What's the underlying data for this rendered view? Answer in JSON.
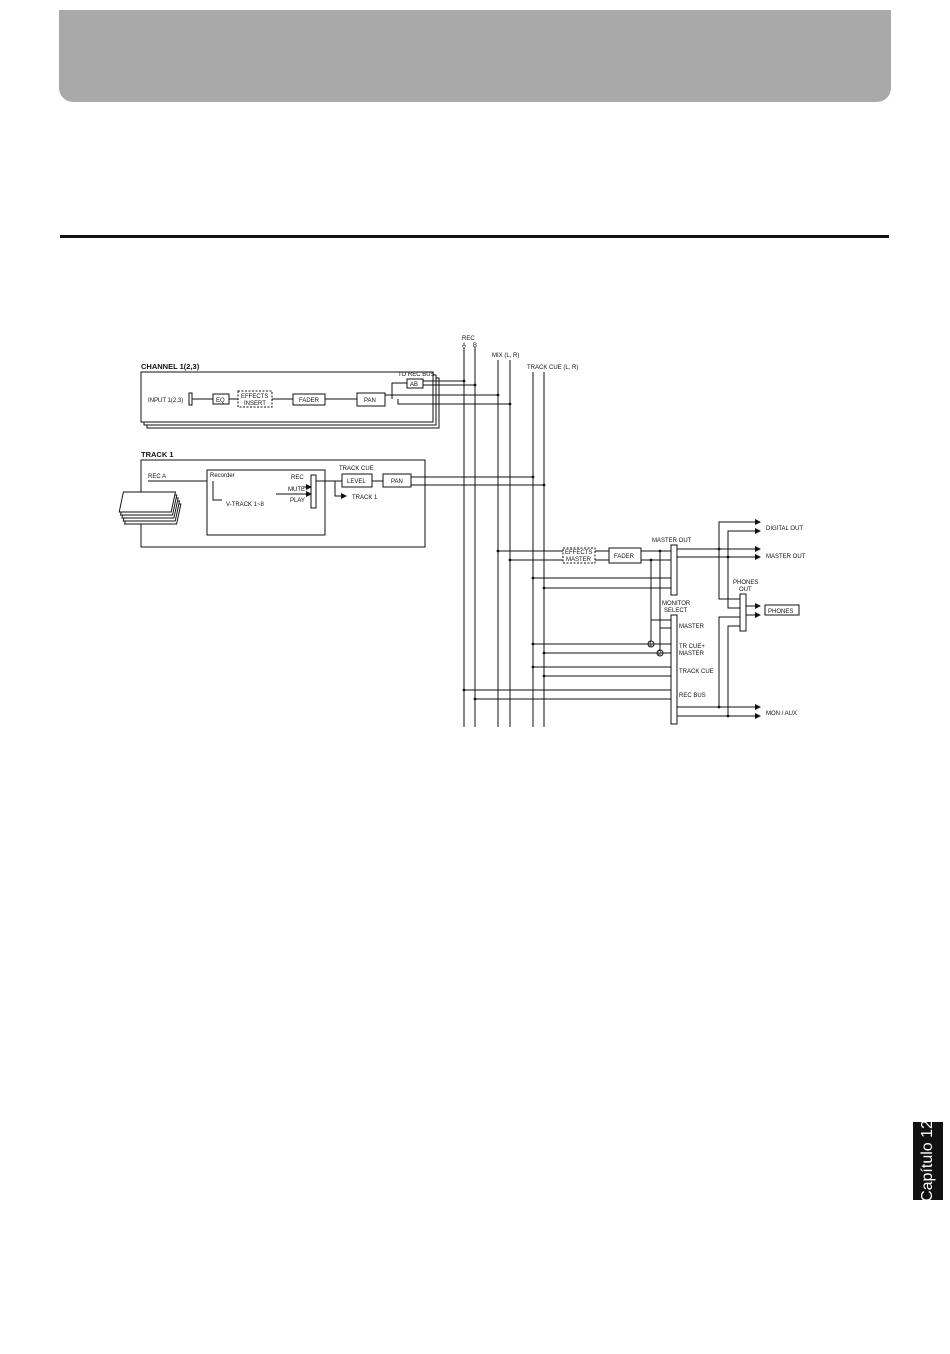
{
  "chapter_tab": "Capítulo 12",
  "labels": {
    "rec": "REC",
    "rec_a": "A",
    "rec_b": "B",
    "mix": "MIX (L, R)",
    "track_cue_bus": "TRACK CUE (L, R)",
    "channel": "CHANNEL 1(2,3)",
    "to_rec_bus": "TO REC BUS",
    "ab": "AB",
    "input": "INPUT 1(2,3)",
    "eq": "EQ",
    "effects": "EFFECTS",
    "insert": "INSERT",
    "fader": "FADER",
    "pan": "PAN",
    "track1_title": "TRACK 1",
    "rec_a_in": "REC A",
    "recorder": "Recorder",
    "rec_sw": "REC",
    "mute": "MUTE",
    "play": "PLAY",
    "vtrack": "V-TRACK 1~8",
    "track_cue": "TRACK CUE",
    "level": "LEVEL",
    "track1_out": "TRACK 1",
    "effects2": "EFFECTS",
    "master_fx": "MASTER",
    "fader2": "FADER",
    "master_out": "MASTER OUT",
    "digital_out": "DIGITAL OUT",
    "master_out_jack": "MASTER OUT",
    "phones_out_1": "PHONES",
    "phones_out_2": "OUT",
    "phones": "PHONES",
    "monitor_1": "MONITOR",
    "monitor_2": "SELECT",
    "sel_master": "MASTER",
    "sel_trcue_1": "TR CUE+",
    "sel_trcue_2": "MASTER",
    "sel_track_cue": "TRACK CUE",
    "sel_rec_bus": "REC BUS",
    "mon_aux": "MON / AUX",
    "n1": "1",
    "n2": "2"
  }
}
